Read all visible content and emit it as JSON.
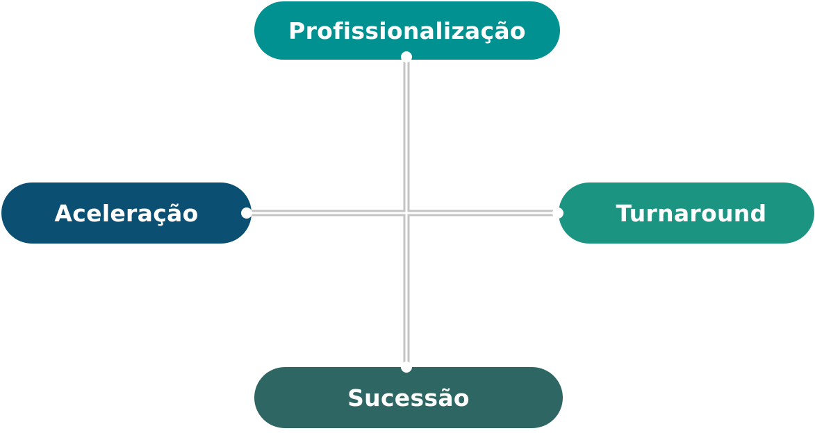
{
  "nodes": {
    "top": {
      "label": "Profissionalização",
      "color": "#009190"
    },
    "left": {
      "label": "Aceleração",
      "color": "#0b5073"
    },
    "right": {
      "label": "Turnaround",
      "color": "#1b9482"
    },
    "bottom": {
      "label": "Sucessão",
      "color": "#2e6663"
    }
  },
  "connector_color": "#c4c4c4"
}
